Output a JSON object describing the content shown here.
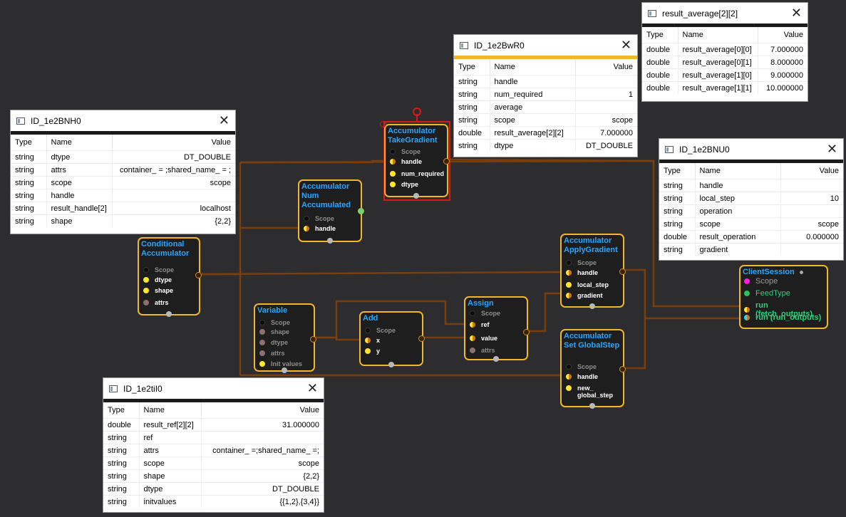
{
  "nodes": {
    "conditional_accumulator": {
      "title": "Conditional Accumulator",
      "ports": [
        "Scope",
        "dtype",
        "shape",
        "attrs"
      ]
    },
    "accumulator_num_accumulated": {
      "title": "Accumulator Num Accumulated",
      "ports": [
        "Scope",
        "handle"
      ]
    },
    "accumulator_take_gradient": {
      "title": "Accumulator TakeGradient",
      "ports": [
        "Scope",
        "handle",
        "num_required",
        "dtype"
      ]
    },
    "accumulator_apply_gradient": {
      "title": "Accumulator ApplyGradient",
      "ports": [
        "Scope",
        "handle",
        "local_step",
        "gradient"
      ]
    },
    "accumulator_set_global_step": {
      "title": "Accumulator Set GlobalStep",
      "ports": [
        "Scope",
        "handle",
        "new_\nglobal_step"
      ]
    },
    "variable": {
      "title": "Variable",
      "ports": [
        "Scope",
        "shape",
        "dtype",
        "attrs",
        "Init values"
      ]
    },
    "add": {
      "title": "Add",
      "ports": [
        "Scope",
        "x",
        "y"
      ]
    },
    "assign": {
      "title": "Assign",
      "ports": [
        "Scope",
        "ref",
        "value",
        "attrs"
      ]
    },
    "client_session": {
      "title": "ClientSession",
      "ports": [
        "Scope",
        "FeedType",
        "run (fetch_outputs)",
        "run (run_outputs)"
      ]
    }
  },
  "panels": {
    "id_1e2bnh0": {
      "title": "ID_1e2BNH0",
      "headers": [
        "Type",
        "Name",
        "Value"
      ],
      "rows": [
        [
          "string",
          "dtype",
          "DT_DOUBLE"
        ],
        [
          "string",
          "attrs",
          "container_ = ;shared_name_ = ;"
        ],
        [
          "string",
          "scope",
          "scope"
        ],
        [
          "string",
          "handle",
          ""
        ],
        [
          "string",
          "result_handle[2]",
          "localhost"
        ],
        [
          "string",
          "shape",
          "{2,2}"
        ]
      ]
    },
    "id_1e2bwr0": {
      "title": "ID_1e2BwR0",
      "headers": [
        "Type",
        "Name",
        "Value"
      ],
      "rows": [
        [
          "string",
          "handle",
          ""
        ],
        [
          "string",
          "num_required",
          "1"
        ],
        [
          "string",
          "average",
          ""
        ],
        [
          "string",
          "scope",
          "scope"
        ],
        [
          "double",
          "result_average[2][2]",
          "7.000000"
        ],
        [
          "string",
          "dtype",
          "DT_DOUBLE"
        ]
      ]
    },
    "result_average": {
      "title": "result_average[2][2]",
      "headers": [
        "Type",
        "Name",
        "Value"
      ],
      "rows": [
        [
          "double",
          "result_average[0][0]",
          "7.000000"
        ],
        [
          "double",
          "result_average[0][1]",
          "8.000000"
        ],
        [
          "double",
          "result_average[1][0]",
          "9.000000"
        ],
        [
          "double",
          "result_average[1][1]",
          "10.000000"
        ]
      ]
    },
    "id_1e2bnu0": {
      "title": "ID_1e2BNU0",
      "headers": [
        "Type",
        "Name",
        "Value"
      ],
      "rows": [
        [
          "string",
          "handle",
          ""
        ],
        [
          "string",
          "local_step",
          "10"
        ],
        [
          "string",
          "operation",
          ""
        ],
        [
          "string",
          "scope",
          "scope"
        ],
        [
          "double",
          "result_operation",
          "0.000000"
        ],
        [
          "string",
          "gradient",
          ""
        ]
      ]
    },
    "id_1e2til0": {
      "title": "ID_1e2tiI0",
      "headers": [
        "Type",
        "Name",
        "Value"
      ],
      "rows": [
        [
          "double",
          "result_ref[2][2]",
          "31.000000"
        ],
        [
          "string",
          "ref",
          ""
        ],
        [
          "string",
          "attrs",
          "container_ =;shared_name_ =;"
        ],
        [
          "string",
          "scope",
          "scope"
        ],
        [
          "string",
          "shape",
          "{2,2}"
        ],
        [
          "string",
          "dtype",
          "DT_DOUBLE"
        ],
        [
          "string",
          "initvalues",
          "{{1,2},{3,4}}"
        ]
      ]
    }
  },
  "close_glyph": "✕",
  "colors": {
    "canvas": "#2d2d30",
    "node_border": "#f2b62b",
    "node_title": "#2ba6ff",
    "wire": "#7a3e0c",
    "selection": "#d61a1a",
    "session_port_text": "#2fd07c"
  }
}
